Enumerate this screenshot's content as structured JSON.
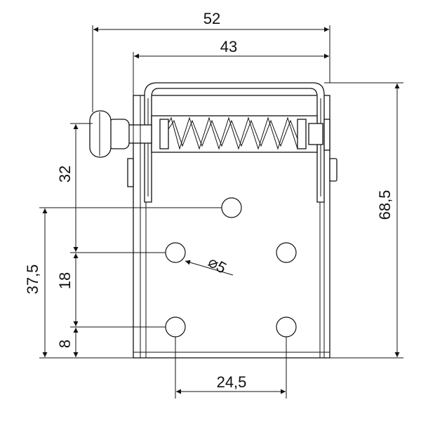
{
  "dimensions": {
    "overall_width": "52",
    "bracket_width": "43",
    "overall_height": "68,5",
    "top_hole_height": "32",
    "hole_row_offset": "37,5",
    "hole_vertical_pitch": "18",
    "bottom_hole_height": "8",
    "hole_diameter": "⌀5",
    "hole_horizontal_pitch": "24,5"
  }
}
